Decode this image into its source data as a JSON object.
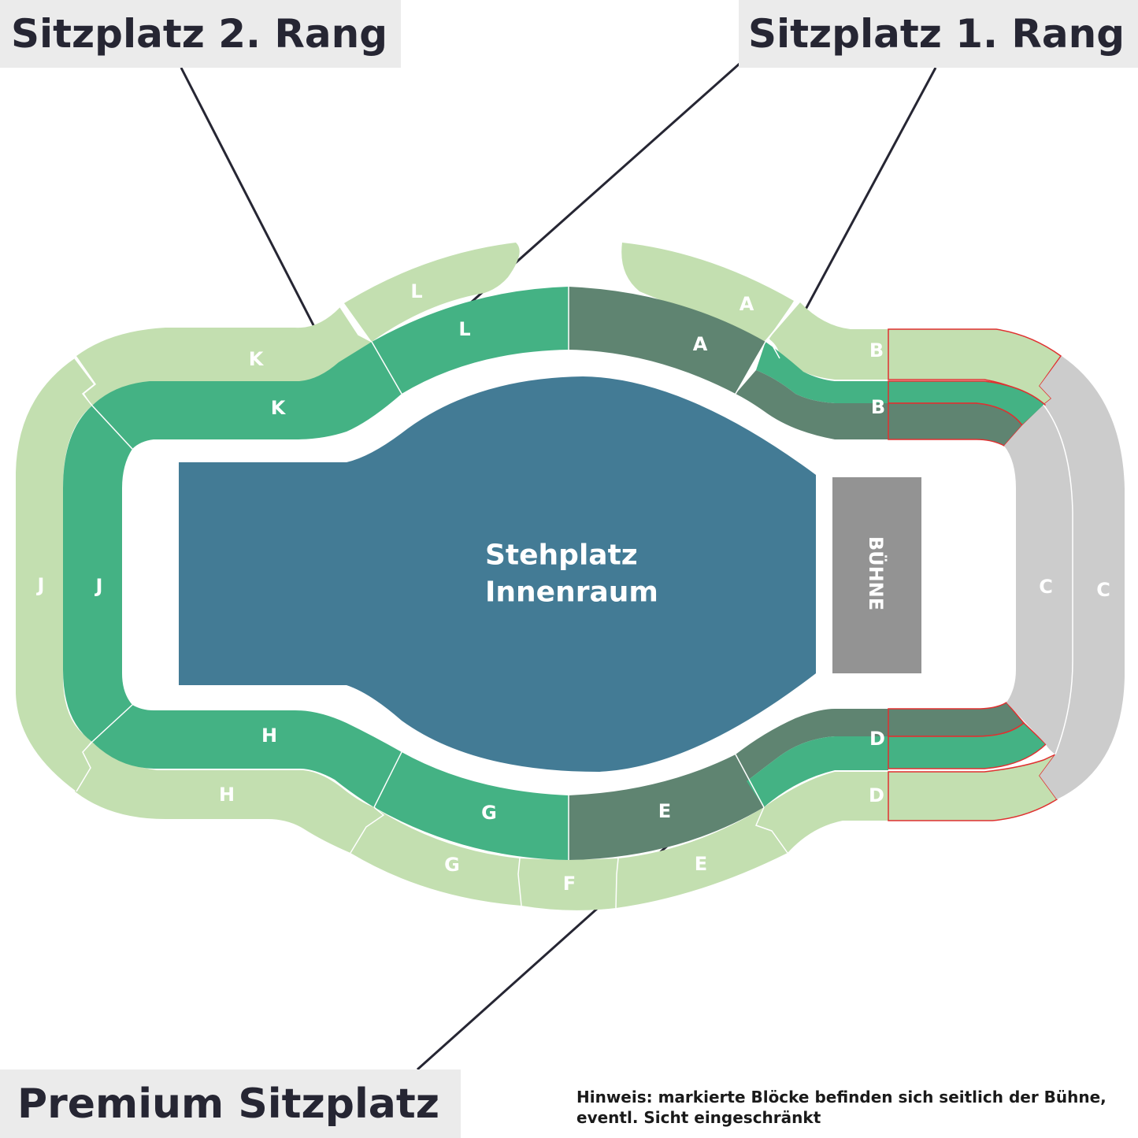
{
  "callouts": {
    "second_tier": "Sitzplatz 2. Rang",
    "first_tier": "Sitzplatz 1. Rang",
    "premium": "Premium Sitzplatz"
  },
  "floor": {
    "line1": "Stehplatz",
    "line2": "Innenraum"
  },
  "stage": {
    "label": "BÜHNE"
  },
  "hint": {
    "line1": "Hinweis: markierte Blöcke befinden sich seitlich der Bühne,",
    "line2": "eventl. Sicht eingeschränkt"
  },
  "blocks": {
    "second_tier": [
      "L",
      "A",
      "B",
      "K",
      "J",
      "H",
      "G",
      "F",
      "E",
      "D",
      "C"
    ],
    "first_tier": [
      "L",
      "A",
      "B",
      "K",
      "J",
      "H",
      "G",
      "E",
      "D",
      "C"
    ]
  },
  "colors": {
    "second_tier": "#c3dfb0",
    "first_tier": "#44b284",
    "premium": "#5f8471",
    "floor": "#437b95",
    "stage": "#939393",
    "side_blocks": "#cccccc",
    "restricted_outline": "#e03030",
    "callout_bg": "#ebebeb",
    "callout_text": "#262633"
  }
}
